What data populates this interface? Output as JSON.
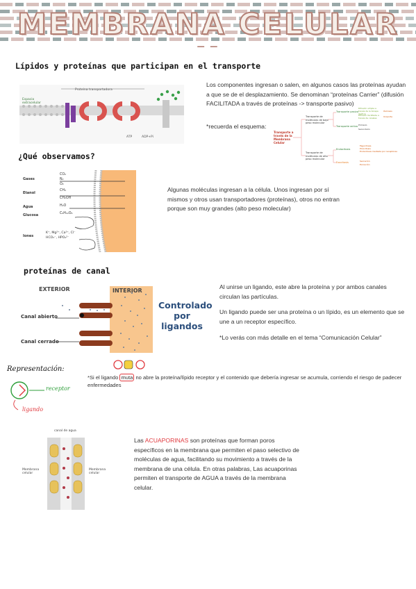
{
  "title": "MEMBRANA CELULAR II",
  "section1": {
    "heading": "Lípidos y proteínas que participan en el transporte",
    "text": "Los componentes ingresan o salen, en algunos casos las proteínas ayudan a que se de el desplazamiento. Se denominan “proteínas Carrier” (difusión FACILITADA a través de proteínas -> transporte pasivo)",
    "note": "*recuerda el esquema:",
    "fig_labels": {
      "top": "Proteína transportadora",
      "left1": "Espacio",
      "left2": "extracelular",
      "bottom1": "ATP",
      "bottom2": "ADP+Pi"
    },
    "scheme": {
      "root": "Transporte a través de la Membrana Celular",
      "upper": "Transporte de moléculas de bajo peso molecular",
      "lower": "Transporte de moléculas de alto peso molecular",
      "passive": "Transporte pasivo",
      "active": "Transporte activo",
      "passive_items": [
        "Difusión simple a través de la bicapa lipídica",
        "Difusión facilitada a través de canales"
      ],
      "active_items": [
        "Bomba sodio-potasio",
        "Cotransporte"
      ],
      "side_items": [
        "Ósmosis",
        "Uniporte"
      ],
      "primary": "Primario",
      "secondary": "Secundario",
      "endo": "Endocitosis",
      "endo_items": [
        "Fagocitosis",
        "Pinocitosis",
        "Endocitosis mediada por receptores"
      ],
      "exo": "Exocitosis",
      "exo_items": [
        "Secreción",
        "Excreción"
      ]
    }
  },
  "section2": {
    "heading": "¿Qué observamos?",
    "text": "Algunas moléculas ingresan a la célula. Unos ingresan por sí mismos y otros usan transportadores (proteínas), otros no entran porque son muy grandes (alto peso molecular)",
    "labels": [
      "Gases",
      "Etanol",
      "Agua",
      "Glucosa",
      "Iones"
    ],
    "formulas": [
      "CO₂",
      "N₂",
      "O₂",
      "CH₃",
      "CH₂OH",
      "H₂O",
      "C₆H₁₂O₆",
      "K⁺, Mg²⁺, Ca²⁺, Cl⁻",
      "HCO₃⁻, HPO₄²⁻"
    ]
  },
  "section3": {
    "heading": "proteínas de canal",
    "fig": {
      "exterior": "EXTERIOR",
      "interior": "INTERIOR",
      "open": "Canal abierto",
      "closed": "Canal cerrado",
      "big1": "Controlado",
      "big2": "por",
      "big3": "ligandos"
    },
    "p1": "Al unirse un ligando, este abre la proteína y por ambos canales circulan las partículas.",
    "p2": "Un ligando puede ser una proteína o un lípido, es un elemento que se une a un receptor específico.",
    "p3": "*Lo verás con más detalle en el tema “Comunicación Celular”",
    "note_before": "*Si el ligando ",
    "note_highlight": "muta",
    "note_after": " no abre la proteína/lípido receptor y el contenido que debería ingresar se acumula, corriendo el riesgo de padecer enfermedades",
    "representation": "Representación:",
    "receptor": "receptor",
    "ligand": "ligando"
  },
  "section4": {
    "fig_labels": {
      "top": "canal de agua",
      "left": "Membrana celular",
      "right": "Membrana celular"
    },
    "lead": "Las ",
    "highlight": "ACUAPORINAS",
    "text": " son proteínas que forman poros específicos en la membrana que permiten el paso selectivo de moléculas de agua, facilitando su movimiento a través de la membrana de una célula. En otras palabras, Las acuaporinas permiten el transporte de AGUA a través de la membrana celular."
  },
  "colors": {
    "accent_red": "#e0393e",
    "title_stroke": "#b48176",
    "green": "#2e9e3a",
    "orange_bg": "#f8b978",
    "dark_blue": "#2c4f7c"
  }
}
